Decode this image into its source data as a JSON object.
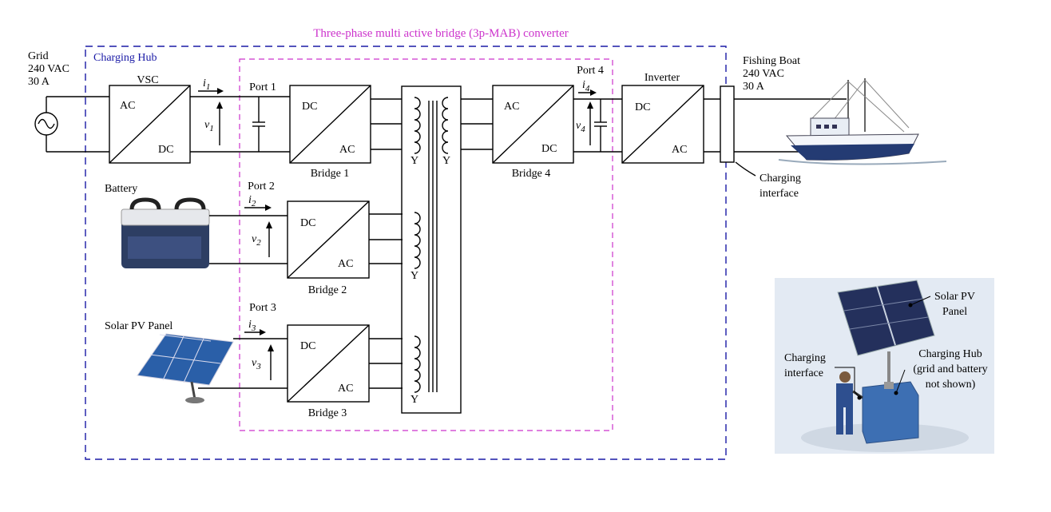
{
  "title": "Three-phase multi active bridge (3p-MAB) converter",
  "charging_hub_label": "Charging Hub",
  "grid": {
    "name": "Grid",
    "voltage": "240 VAC",
    "current": "30 A"
  },
  "boat": {
    "name": "Fishing Boat",
    "voltage": "240 VAC",
    "current": "30 A"
  },
  "vsc": {
    "label": "VSC",
    "in": "AC",
    "out": "DC"
  },
  "inverter": {
    "label": "Inverter",
    "in": "DC",
    "out": "AC"
  },
  "bridges": [
    {
      "label": "Bridge 1",
      "dc": "DC",
      "ac": "AC"
    },
    {
      "label": "Bridge 2",
      "dc": "DC",
      "ac": "AC"
    },
    {
      "label": "Bridge 3",
      "dc": "DC",
      "ac": "AC"
    },
    {
      "label": "Bridge 4",
      "dc": "AC",
      "ac": "DC"
    }
  ],
  "ports": [
    "Port 1",
    "Port 2",
    "Port 3",
    "Port 4"
  ],
  "currents": [
    "i",
    "i",
    "i",
    "i"
  ],
  "voltages": [
    "v",
    "v",
    "v",
    "v"
  ],
  "subscripts": [
    "1",
    "2",
    "3",
    "4"
  ],
  "winding_label": "Y",
  "battery_label": "Battery",
  "solar_label": "Solar PV Panel",
  "charging_interface": [
    "Charging",
    "interface"
  ],
  "inset": {
    "solar": [
      "Solar PV",
      "Panel"
    ],
    "interface": [
      "Charging",
      "interface"
    ],
    "hub": [
      "Charging Hub",
      "(grid and battery",
      "not shown)"
    ]
  },
  "colors": {
    "title": "#cc33cc",
    "hub": "#1a1aa6",
    "mab_border": "#cc33cc"
  }
}
